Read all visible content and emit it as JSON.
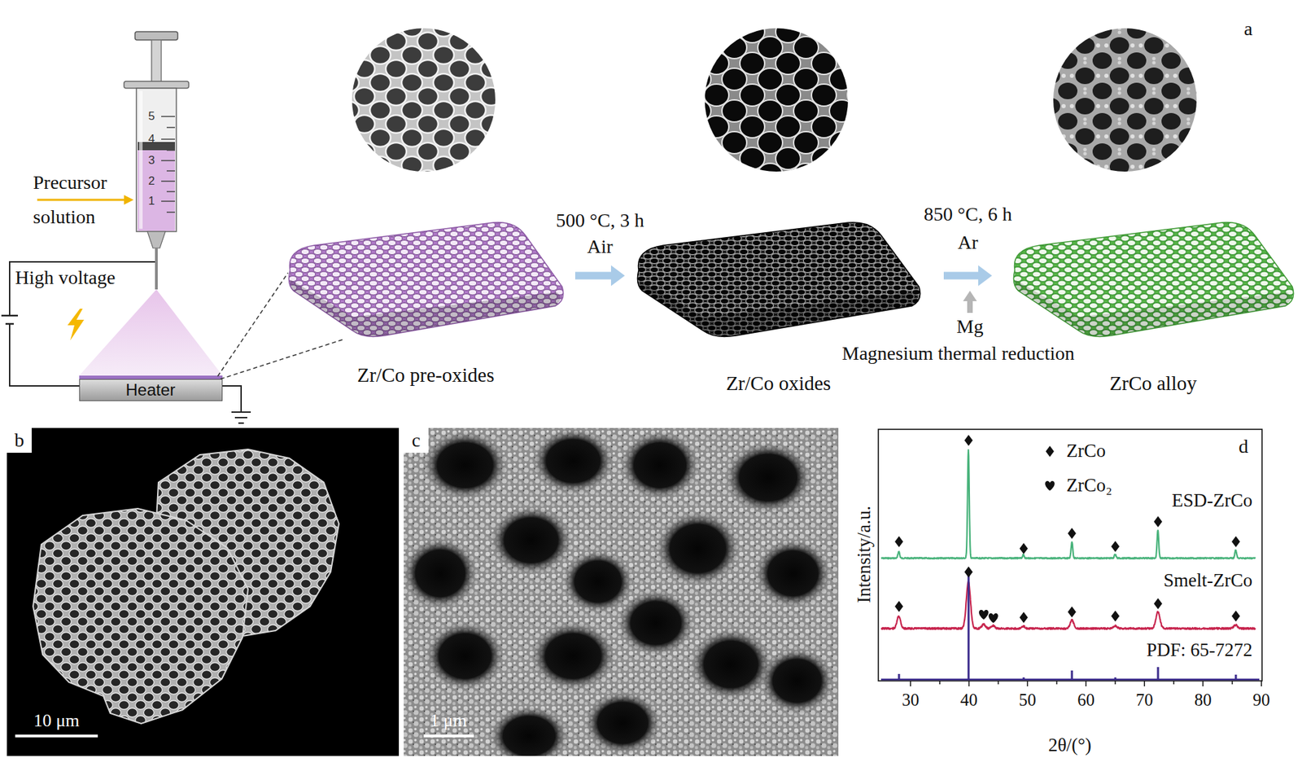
{
  "diagram": {
    "nodes": [
      {
        "text": [
          "Zr/Co pre-oxides"
        ]
      },
      {
        "text": [
          "Zr/Co oxides"
        ]
      },
      {
        "text": [
          "ZrCo alloy"
        ]
      },
      {
        "text": [
          "Heater"
        ]
      }
    ],
    "edges": [
      {
        "from": 0,
        "to": 1,
        "arrow": "to",
        "label": "500 °C, 3 h"
      },
      {
        "from": 1,
        "to": 2,
        "arrow": "to",
        "label": "850 °C, 6 h"
      }
    ],
    "labels": [
      "Precursor solution",
      "5",
      "4",
      "3",
      "2",
      "1",
      "High voltage",
      "Air",
      "Ar",
      "Mg",
      "Magnesium thermal reduction",
      "a",
      "b",
      "10 μm",
      "c",
      "1 μm",
      "d",
      "ESD-ZrCo",
      "Smelt-ZrCo",
      "PDF: 65-7272",
      "Intensity/a.u.",
      "30",
      "40",
      "50",
      "60",
      "70",
      "80",
      "90",
      "2θ/(°)"
    ],
    "legend": [
      {
        "text": "ZrCo"
      },
      {
        "text": "ZrCo₂"
      }
    ]
  }
}
